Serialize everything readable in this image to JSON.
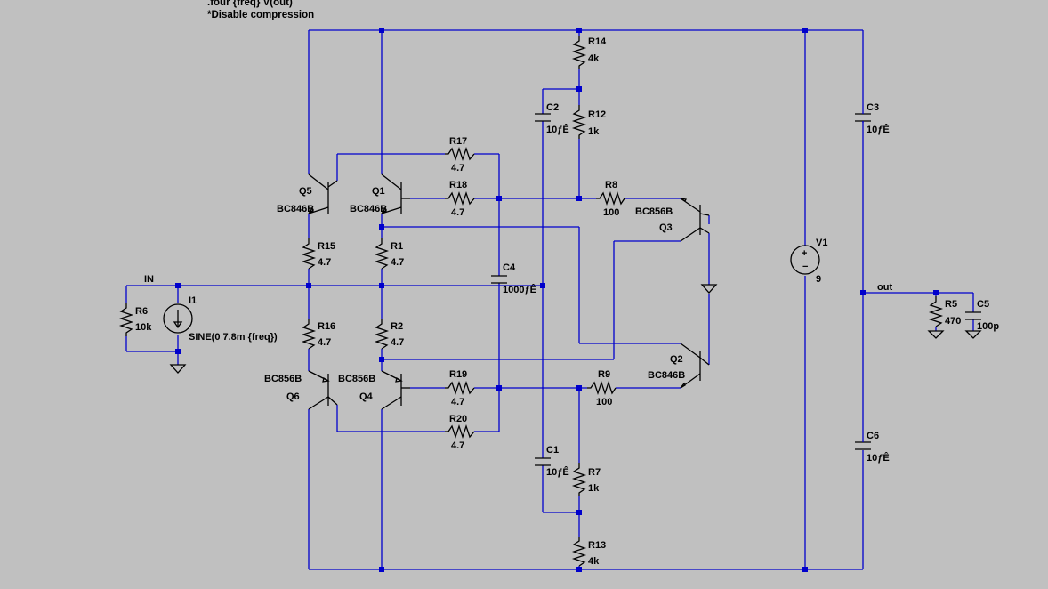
{
  "directives": [
    ".four {freq} V(out)",
    "*Disable compression"
  ],
  "nets": {
    "in": "IN",
    "out": "out"
  },
  "components": {
    "R14": {
      "name": "R14",
      "value": "4k"
    },
    "R12": {
      "name": "R12",
      "value": "1k"
    },
    "C2": {
      "name": "C2",
      "value": "10ƒÊ"
    },
    "C3": {
      "name": "C3",
      "value": "10ƒÊ"
    },
    "R17": {
      "name": "R17",
      "value": "4.7"
    },
    "R18": {
      "name": "R18",
      "value": "4.7"
    },
    "R8": {
      "name": "R8",
      "value": "100"
    },
    "Q5": {
      "name": "Q5",
      "model": "BC846B"
    },
    "Q1": {
      "name": "Q1",
      "model": "BC846B"
    },
    "Q3": {
      "name": "Q3",
      "model": "BC856B"
    },
    "R15": {
      "name": "R15",
      "value": "4.7"
    },
    "R1": {
      "name": "R1",
      "value": "4.7"
    },
    "C4": {
      "name": "C4",
      "value": "1000ƒÊ"
    },
    "V1": {
      "name": "V1",
      "value": "9"
    },
    "R6": {
      "name": "R6",
      "value": "10k"
    },
    "I1": {
      "name": "I1",
      "value": "SINE(0 7.8m {freq})"
    },
    "R5": {
      "name": "R5",
      "value": "470"
    },
    "C5": {
      "name": "C5",
      "value": "100p"
    },
    "R16": {
      "name": "R16",
      "value": "4.7"
    },
    "R2": {
      "name": "R2",
      "value": "4.7"
    },
    "Q2": {
      "name": "Q2",
      "model": "BC846B"
    },
    "Q6": {
      "name": "Q6",
      "model": "BC856B"
    },
    "Q4": {
      "name": "Q4",
      "model": "BC856B"
    },
    "R19": {
      "name": "R19",
      "value": "4.7"
    },
    "R9": {
      "name": "R9",
      "value": "100"
    },
    "R20": {
      "name": "R20",
      "value": "4.7"
    },
    "C1": {
      "name": "C1",
      "value": "10ƒÊ"
    },
    "R7": {
      "name": "R7",
      "value": "1k"
    },
    "C6": {
      "name": "C6",
      "value": "10ƒÊ"
    },
    "R13": {
      "name": "R13",
      "value": "4k"
    }
  }
}
